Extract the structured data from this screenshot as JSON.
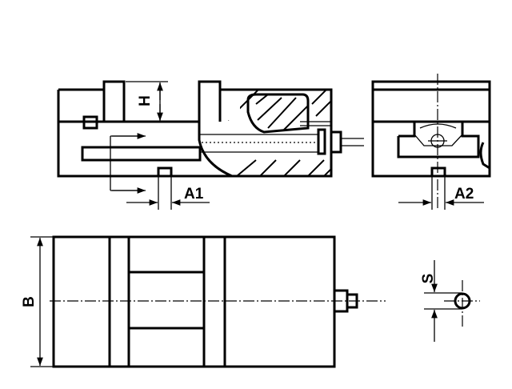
{
  "labels": {
    "height": "H",
    "key_offset_side": "A1",
    "key_offset_front": "A2",
    "width": "B",
    "key_spacing": "S"
  },
  "colors": {
    "line": "#000000",
    "background": "#ffffff"
  }
}
